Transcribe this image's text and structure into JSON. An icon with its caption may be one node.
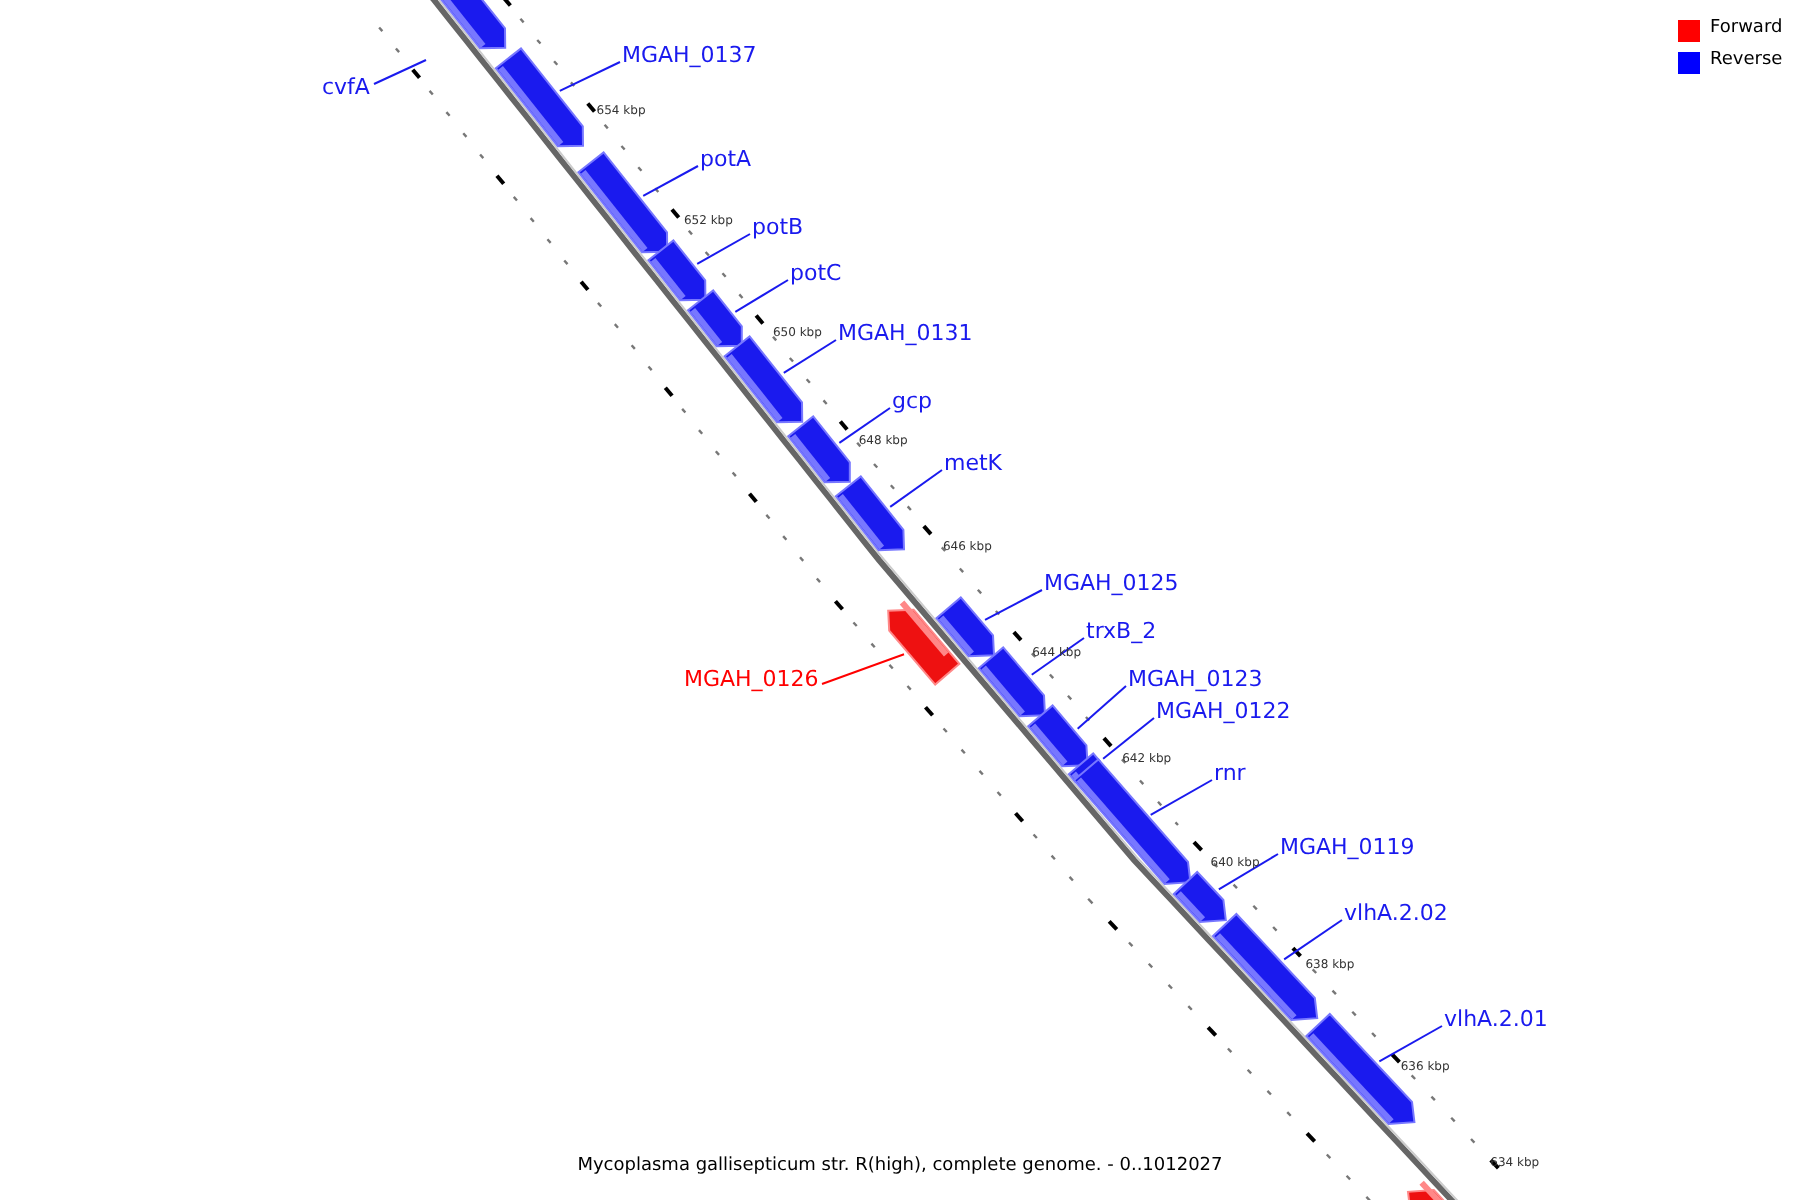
{
  "diagram": {
    "caption": "Mycoplasma gallisepticum str. R(high), complete genome. - 0..1012027",
    "nodes": [
      {
        "text": [],
        "shape": "bar"
      },
      {
        "text": [
          "cvfA"
        ]
      },
      {
        "text": [
          "MGAH_0137"
        ]
      },
      {
        "text": [],
        "shape": "bar"
      },
      {
        "text": [
          "potA"
        ]
      },
      {
        "text": [],
        "shape": "bar"
      },
      {
        "text": [
          "potB"
        ]
      },
      {
        "text": [],
        "shape": "bar"
      },
      {
        "text": [
          "potC"
        ]
      },
      {
        "text": [],
        "shape": "bar"
      },
      {
        "text": [
          "MGAH_0131"
        ]
      },
      {
        "text": [],
        "shape": "bar"
      },
      {
        "text": [
          "gcp"
        ]
      },
      {
        "text": [],
        "shape": "bar"
      },
      {
        "text": [
          "metK"
        ]
      },
      {
        "text": [],
        "shape": "bar"
      },
      {
        "text": [],
        "shape": "bar"
      },
      {
        "text": [
          "MGAH_0126"
        ]
      },
      {
        "text": [
          "MGAH_0125"
        ]
      },
      {
        "text": [],
        "shape": "bar"
      },
      {
        "text": [
          "trxB_2"
        ]
      },
      {
        "text": [],
        "shape": "bar"
      },
      {
        "text": [
          "MGAH_0123"
        ]
      },
      {
        "text": [],
        "shape": "bar"
      },
      {
        "text": [
          "MGAH_0122"
        ]
      },
      {
        "text": [],
        "shape": "bar"
      },
      {
        "text": [
          "rnr"
        ]
      },
      {
        "text": [],
        "shape": "bar"
      },
      {
        "text": [
          "MGAH_0119"
        ]
      },
      {
        "text": [],
        "shape": "bar"
      },
      {
        "text": [
          "vlhA.2.02"
        ]
      },
      {
        "text": [],
        "shape": "bar"
      },
      {
        "text": [
          "vlhA.2.01"
        ]
      },
      {
        "text": [],
        "shape": "bar"
      },
      {
        "text": [],
        "shape": "bar"
      }
    ],
    "edges": [
      {
        "from": 1,
        "to": null,
        "arrow": "none"
      },
      {
        "from": 2,
        "to": 3,
        "arrow": "none"
      },
      {
        "from": 4,
        "to": 5,
        "arrow": "none"
      },
      {
        "from": 6,
        "to": 7,
        "arrow": "none"
      },
      {
        "from": 8,
        "to": 9,
        "arrow": "none"
      },
      {
        "from": 10,
        "to": 11,
        "arrow": "none"
      },
      {
        "from": 12,
        "to": 13,
        "arrow": "none"
      },
      {
        "from": 14,
        "to": 15,
        "arrow": "none"
      },
      {
        "from": 17,
        "to": 16,
        "arrow": "none",
        "color": "#ff0000"
      },
      {
        "from": 18,
        "to": 19,
        "arrow": "none"
      },
      {
        "from": 20,
        "to": 21,
        "arrow": "none"
      },
      {
        "from": 22,
        "to": 23,
        "arrow": "none"
      },
      {
        "from": 24,
        "to": 25,
        "arrow": "none"
      },
      {
        "from": 26,
        "to": 27,
        "arrow": "none"
      },
      {
        "from": 28,
        "to": 29,
        "arrow": "none"
      },
      {
        "from": 30,
        "to": 31,
        "arrow": "none"
      },
      {
        "from": 32,
        "to": 33,
        "arrow": "none"
      }
    ],
    "labels": [
      "654 kbp",
      "652 kbp",
      "650 kbp",
      "648 kbp",
      "646 kbp",
      "644 kbp",
      "642 kbp",
      "640 kbp",
      "638 kbp",
      "636 kbp",
      "634 kbp"
    ],
    "legend": [
      {
        "text": "Forward",
        "color": "#ff0000"
      },
      {
        "text": "Reverse",
        "color": "#0000ff"
      }
    ]
  }
}
